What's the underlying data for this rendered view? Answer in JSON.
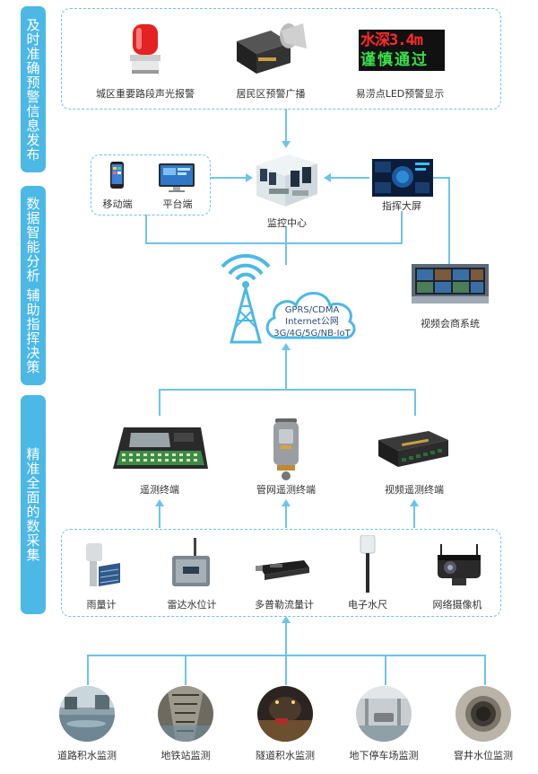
{
  "sidebar": {
    "publish": "及时准确预警信息发布",
    "analysis": "数据智能分析 辅助指挥决策",
    "collect": "精准全面的数采集"
  },
  "publish_devices": [
    {
      "label": "城区重要路段声光报警",
      "icon": "alarm-light-icon"
    },
    {
      "label": "居民区预警广播",
      "icon": "loudspeaker-icon"
    },
    {
      "label": "易涝点LED预警显示",
      "icon": "led-display-icon"
    }
  ],
  "led_display": {
    "line1": "水深3.4m",
    "line2": "谨慎通过"
  },
  "clients": [
    {
      "label": "移动端",
      "icon": "mobile-phone-icon"
    },
    {
      "label": "平台端",
      "icon": "desktop-monitor-icon"
    }
  ],
  "monitor_center": {
    "label": "监控中心",
    "icon": "monitor-room-icon"
  },
  "command_screen": {
    "label": "指挥大屏",
    "icon": "command-screen-icon"
  },
  "video_conference": {
    "label": "视频会商系统",
    "icon": "video-wall-icon"
  },
  "network": {
    "line1": "GPRS/CDMA",
    "line2": "Internet公网",
    "line3": "3G/4G/5G/NB-IoT",
    "icon": "signal-tower-icon"
  },
  "terminals": [
    {
      "label": "遥测终端",
      "icon": "telemetry-terminal-icon"
    },
    {
      "label": "管网遥测终端",
      "icon": "pipe-terminal-icon"
    },
    {
      "label": "视频遥测终端",
      "icon": "video-terminal-icon"
    }
  ],
  "sensors": [
    {
      "label": "雨量计",
      "icon": "rain-gauge-icon"
    },
    {
      "label": "雷达水位计",
      "icon": "radar-level-icon"
    },
    {
      "label": "多普勒流量计",
      "icon": "doppler-meter-icon"
    },
    {
      "label": "电子水尺",
      "icon": "water-gauge-icon"
    },
    {
      "label": "网络摄像机",
      "icon": "camera-icon"
    }
  ],
  "sites": [
    {
      "label": "道路积水监测",
      "icon": "road-flood-icon"
    },
    {
      "label": "地铁站监测",
      "icon": "subway-station-icon"
    },
    {
      "label": "隧道积水监测",
      "icon": "tunnel-flood-icon"
    },
    {
      "label": "地下停车场监测",
      "icon": "parking-garage-icon"
    },
    {
      "label": "窨井水位监测",
      "icon": "manhole-icon"
    }
  ],
  "colors": {
    "accent": "#4cb8e6",
    "line": "#6cc4ea",
    "text": "#333333"
  }
}
